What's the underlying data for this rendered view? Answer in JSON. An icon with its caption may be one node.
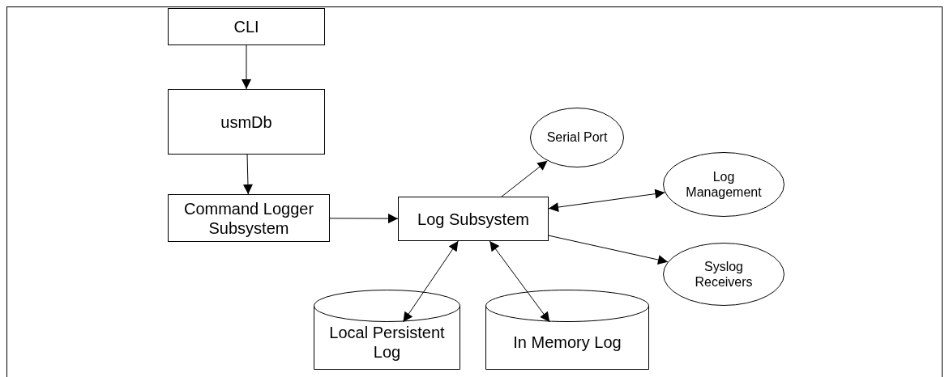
{
  "diagram": {
    "nodes": [
      {
        "text": [
          "CLI"
        ]
      },
      {
        "text": [
          "usmDb"
        ]
      },
      {
        "text": [
          "Command Logger Subsystem"
        ]
      },
      {
        "text": [
          "Log Subsystem"
        ]
      },
      {
        "text": [
          "Serial Port"
        ]
      },
      {
        "text": [
          "Log Management"
        ]
      },
      {
        "text": [
          "Syslog Receivers"
        ]
      },
      {
        "text": [
          "Local Persistent Log"
        ]
      },
      {
        "text": [
          "In Memory Log"
        ]
      }
    ],
    "edges": [
      {
        "from": 0,
        "to": 1,
        "arrow": "to"
      },
      {
        "from": 1,
        "to": 2,
        "arrow": "to"
      },
      {
        "from": 2,
        "to": 3,
        "arrow": "to"
      },
      {
        "from": 3,
        "to": 4,
        "arrow": "to"
      },
      {
        "from": 3,
        "to": 5,
        "arrow": "both"
      },
      {
        "from": 3,
        "to": 6,
        "arrow": "to"
      },
      {
        "from": 3,
        "to": 7,
        "arrow": "both"
      },
      {
        "from": 3,
        "to": 8,
        "arrow": "both"
      }
    ]
  }
}
